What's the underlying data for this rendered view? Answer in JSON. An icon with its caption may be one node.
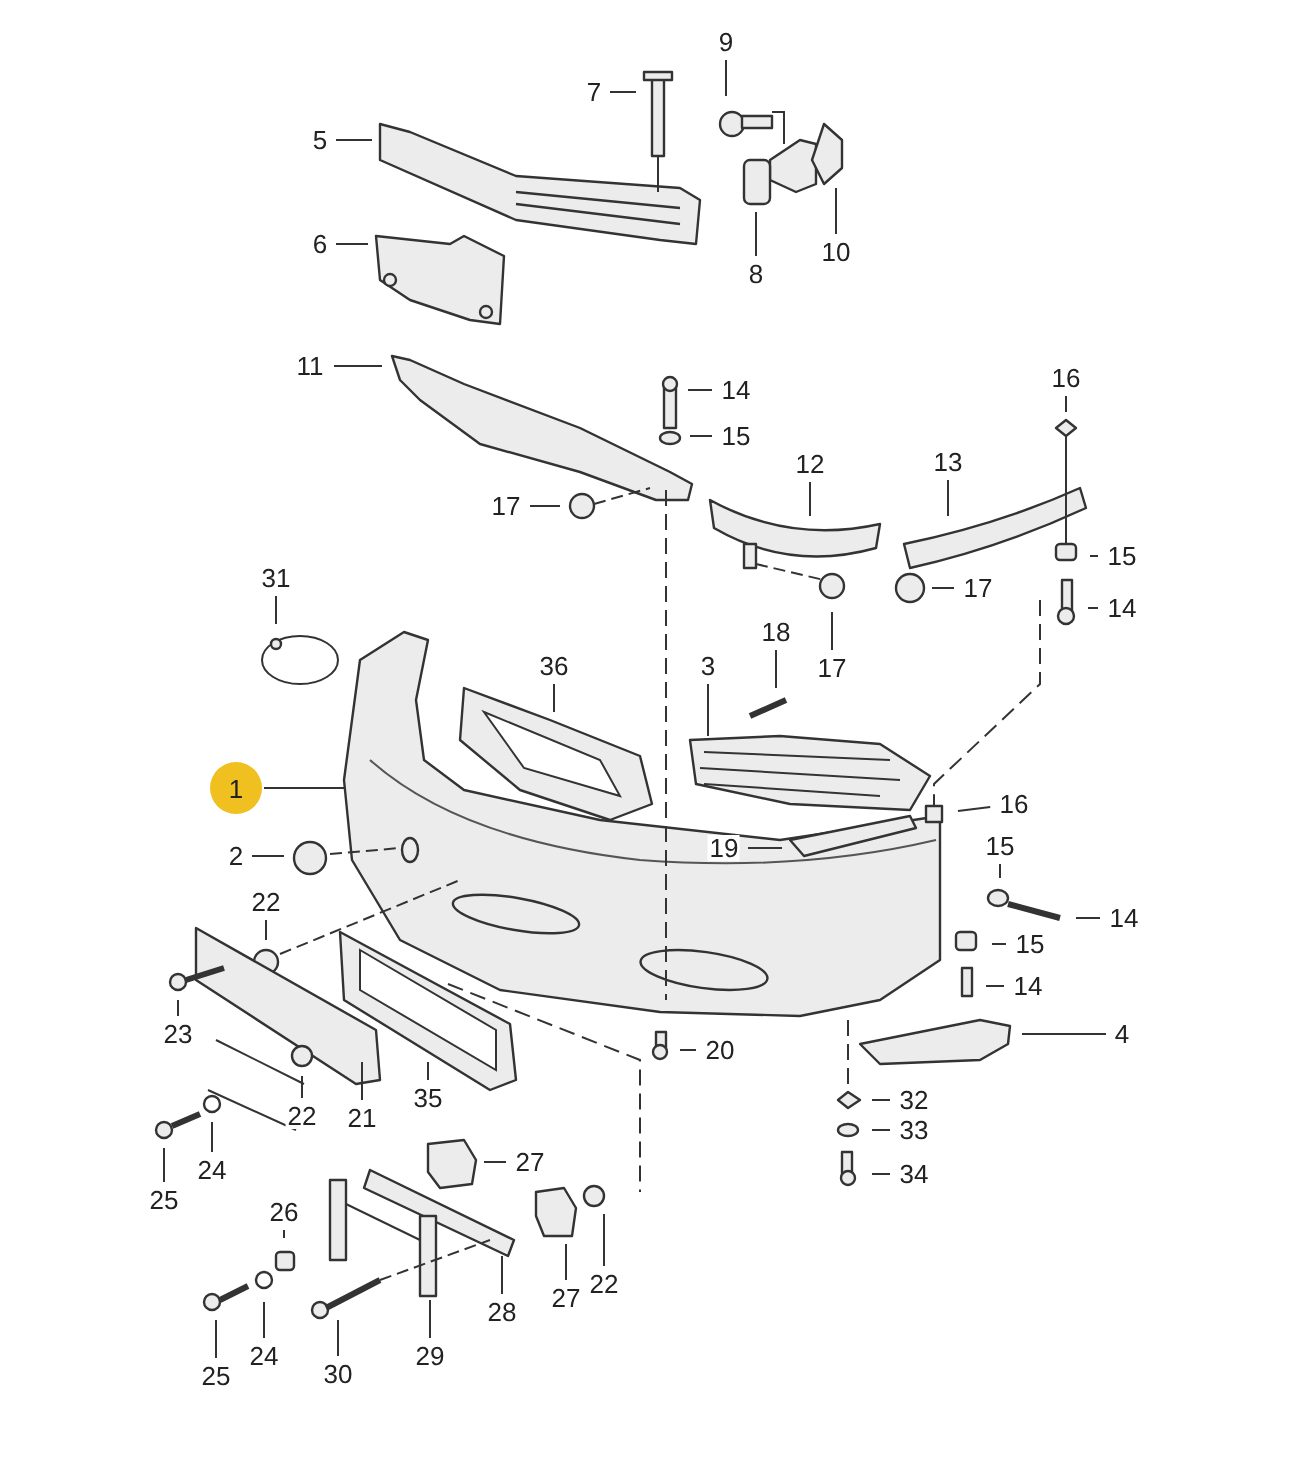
{
  "diagram": {
    "nodes": [
      {
        "text": [
          "9"
        ]
      },
      {
        "text": [
          "7"
        ]
      },
      {
        "text": [
          "5"
        ]
      },
      {
        "text": [
          "10"
        ]
      },
      {
        "text": [
          "8"
        ]
      },
      {
        "text": [
          "6"
        ]
      },
      {
        "text": [
          "11"
        ]
      },
      {
        "text": [
          "14"
        ]
      },
      {
        "text": [
          "16"
        ]
      },
      {
        "text": [
          "15"
        ]
      },
      {
        "text": [
          "12"
        ]
      },
      {
        "text": [
          "13"
        ]
      },
      {
        "text": [
          "17"
        ]
      },
      {
        "text": [
          "15"
        ]
      },
      {
        "text": [
          "17"
        ]
      },
      {
        "text": [
          "31"
        ]
      },
      {
        "text": [
          "14"
        ]
      },
      {
        "text": [
          "18"
        ]
      },
      {
        "text": [
          "36"
        ]
      },
      {
        "text": [
          "3"
        ]
      },
      {
        "text": [
          "17"
        ]
      },
      {
        "text": [
          "1"
        ]
      },
      {
        "text": [
          "19"
        ]
      },
      {
        "text": [
          "16"
        ]
      },
      {
        "text": [
          "15"
        ]
      },
      {
        "text": [
          "2"
        ]
      },
      {
        "text": [
          "22"
        ]
      },
      {
        "text": [
          "14"
        ]
      },
      {
        "text": [
          "15"
        ]
      },
      {
        "text": [
          "14"
        ]
      },
      {
        "text": [
          "4"
        ]
      },
      {
        "text": [
          "23"
        ]
      },
      {
        "text": [
          "20"
        ]
      },
      {
        "text": [
          "35"
        ]
      },
      {
        "text": [
          "32"
        ]
      },
      {
        "text": [
          "22"
        ]
      },
      {
        "text": [
          "21"
        ]
      },
      {
        "text": [
          "33"
        ]
      },
      {
        "text": [
          "27"
        ]
      },
      {
        "text": [
          "24"
        ]
      },
      {
        "text": [
          "34"
        ]
      },
      {
        "text": [
          "25"
        ]
      },
      {
        "text": [
          "26"
        ]
      },
      {
        "text": [
          "22"
        ]
      },
      {
        "text": [
          "27"
        ]
      },
      {
        "text": [
          "28"
        ]
      },
      {
        "text": [
          "29"
        ]
      },
      {
        "text": [
          "30"
        ]
      },
      {
        "text": [
          "24"
        ]
      },
      {
        "text": [
          "25"
        ]
      }
    ],
    "edges": [
      {
        "from": 0,
        "to": null,
        "arrow": "none"
      },
      {
        "from": 1,
        "to": null,
        "arrow": "none"
      },
      {
        "from": 2,
        "to": null,
        "arrow": "none"
      },
      {
        "from": 3,
        "to": null,
        "arrow": "none"
      },
      {
        "from": 4,
        "to": null,
        "arrow": "none"
      },
      {
        "from": 5,
        "to": null,
        "arrow": "none"
      },
      {
        "from": 6,
        "to": null,
        "arrow": "none"
      },
      {
        "from": 7,
        "to": null,
        "arrow": "none"
      },
      {
        "from": 8,
        "to": null,
        "arrow": "none"
      },
      {
        "from": 9,
        "to": null,
        "arrow": "none"
      },
      {
        "from": 10,
        "to": null,
        "arrow": "none"
      },
      {
        "from": 11,
        "to": null,
        "arrow": "none"
      },
      {
        "from": 12,
        "to": null,
        "arrow": "none"
      },
      {
        "from": 13,
        "to": null,
        "arrow": "none"
      },
      {
        "from": 14,
        "to": null,
        "arrow": "none"
      },
      {
        "from": 15,
        "to": null,
        "arrow": "none"
      },
      {
        "from": 16,
        "to": null,
        "arrow": "none"
      },
      {
        "from": 17,
        "to": null,
        "arrow": "none"
      },
      {
        "from": 18,
        "to": null,
        "arrow": "none"
      },
      {
        "from": 19,
        "to": null,
        "arrow": "none"
      },
      {
        "from": 20,
        "to": null,
        "arrow": "none"
      },
      {
        "from": 21,
        "to": null,
        "arrow": "none"
      },
      {
        "from": 22,
        "to": null,
        "arrow": "none"
      },
      {
        "from": 23,
        "to": null,
        "arrow": "none"
      },
      {
        "from": 24,
        "to": null,
        "arrow": "none"
      },
      {
        "from": 25,
        "to": null,
        "arrow": "none"
      },
      {
        "from": 26,
        "to": null,
        "arrow": "none"
      },
      {
        "from": 27,
        "to": null,
        "arrow": "none"
      },
      {
        "from": 28,
        "to": null,
        "arrow": "none"
      },
      {
        "from": 29,
        "to": null,
        "arrow": "none"
      },
      {
        "from": 30,
        "to": null,
        "arrow": "none"
      },
      {
        "from": 31,
        "to": null,
        "arrow": "none"
      },
      {
        "from": 32,
        "to": null,
        "arrow": "none"
      },
      {
        "from": 33,
        "to": null,
        "arrow": "none"
      },
      {
        "from": 34,
        "to": null,
        "arrow": "none"
      },
      {
        "from": 35,
        "to": null,
        "arrow": "none"
      },
      {
        "from": 36,
        "to": null,
        "arrow": "none"
      },
      {
        "from": 37,
        "to": null,
        "arrow": "none"
      },
      {
        "from": 38,
        "to": null,
        "arrow": "none"
      },
      {
        "from": 39,
        "to": null,
        "arrow": "none"
      },
      {
        "from": 40,
        "to": null,
        "arrow": "none"
      },
      {
        "from": 41,
        "to": null,
        "arrow": "none"
      },
      {
        "from": 42,
        "to": null,
        "arrow": "none"
      },
      {
        "from": 43,
        "to": null,
        "arrow": "none"
      },
      {
        "from": 44,
        "to": null,
        "arrow": "none"
      },
      {
        "from": 45,
        "to": null,
        "arrow": "none"
      },
      {
        "from": 46,
        "to": null,
        "arrow": "none"
      },
      {
        "from": 47,
        "to": null,
        "arrow": "none"
      },
      {
        "from": 48,
        "to": null,
        "arrow": "none"
      },
      {
        "from": 49,
        "to": null,
        "arrow": "none"
      }
    ]
  }
}
